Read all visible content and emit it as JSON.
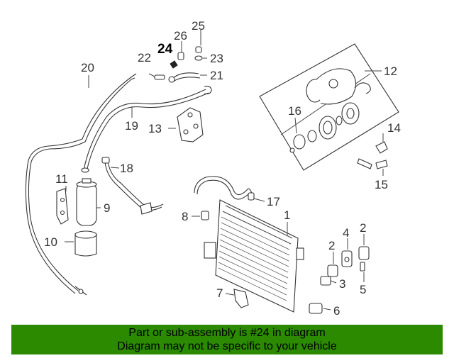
{
  "callouts": {
    "c1": "1",
    "c2a": "2",
    "c2b": "2",
    "c3": "3",
    "c4": "4",
    "c5": "5",
    "c6": "6",
    "c7": "7",
    "c8": "8",
    "c9": "9",
    "c10": "10",
    "c11": "11",
    "c12": "12",
    "c13": "13",
    "c14": "14",
    "c15": "15",
    "c16": "16",
    "c17": "17",
    "c18": "18",
    "c19": "19",
    "c20": "20",
    "c21": "21",
    "c22": "22",
    "c23": "23",
    "c24": "24",
    "c25": "25",
    "c26": "26"
  },
  "highlighted_part": "24",
  "banner": {
    "line1": "Part or sub-assembly is #24 in diagram",
    "line2": "Diagram may not be specific to your vehicle",
    "background": "#2b8a00"
  }
}
